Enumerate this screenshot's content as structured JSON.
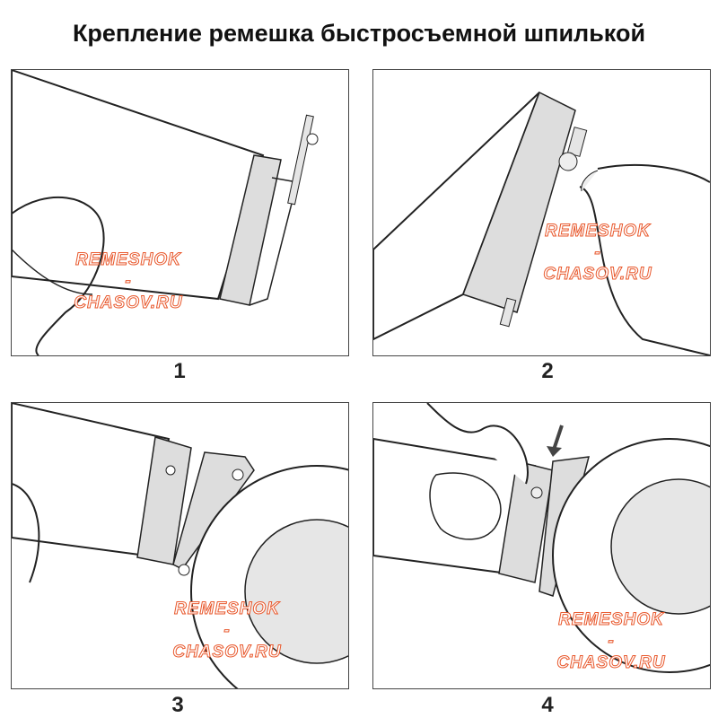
{
  "title": "Крепление ремешка быстросъемной шпилькой",
  "watermark": {
    "line1": "REMESHOK",
    "line2": "-",
    "line3": "CHASOV.RU"
  },
  "steps": [
    {
      "number": "1"
    },
    {
      "number": "2"
    },
    {
      "number": "3"
    },
    {
      "number": "4"
    }
  ]
}
